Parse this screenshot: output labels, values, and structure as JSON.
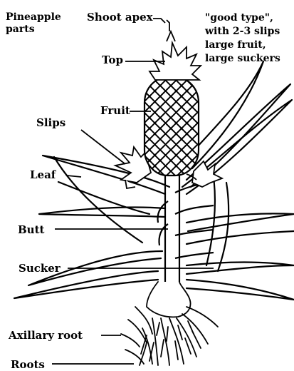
{
  "title_lines": [
    "Pineapple",
    "parts"
  ],
  "note_lines": [
    "\"good type\",",
    "with 2-3 slips",
    "large fruit,",
    "large suckers"
  ],
  "labels": {
    "shoot_apex": "Shoot apex",
    "top": "Top",
    "fruit": "Fruit",
    "slips": "Slips",
    "leaf": "Leaf",
    "butt": "Butt",
    "sucker": "Sucker",
    "axillary_root": "Axillary root",
    "roots": "Roots"
  },
  "colors": {
    "ink": "#000000",
    "background": "#ffffff"
  }
}
